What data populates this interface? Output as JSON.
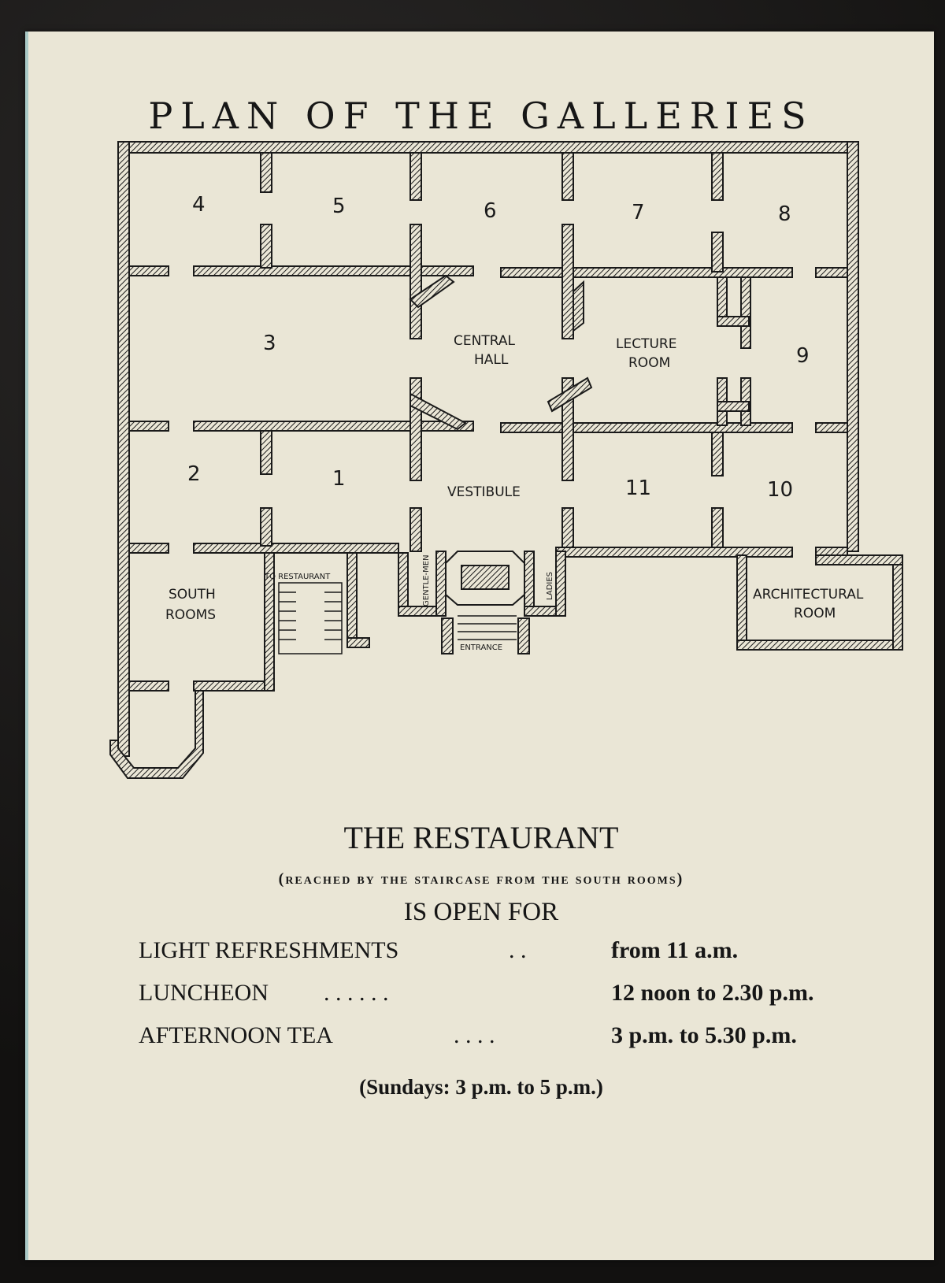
{
  "plan": {
    "title": "PLAN OF THE GALLERIES",
    "rooms": {
      "r1": "1",
      "r2": "2",
      "r3": "3",
      "r4": "4",
      "r5": "5",
      "r6": "6",
      "r7": "7",
      "r8": "8",
      "r9": "9",
      "r10": "10",
      "r11": "11",
      "central_hall_1": "CENTRAL",
      "central_hall_2": "HALL",
      "lecture_1": "LECTURE",
      "lecture_2": "ROOM",
      "vestibule": "VESTIBULE",
      "south_1": "SOUTH",
      "south_2": "ROOMS",
      "arch_1": "ARCHITECTURAL",
      "arch_2": "ROOM",
      "to_restaurant": "TO RESTAURANT",
      "gentlemen": "GENTLE-MEN",
      "ladies": "LADIES",
      "entrance": "ENTRANCE"
    }
  },
  "restaurant": {
    "title": "THE RESTAURANT",
    "subtitle": "(reached by the staircase from the south rooms)",
    "open_for": "IS OPEN FOR",
    "hours": [
      {
        "label": "LIGHT REFRESHMENTS",
        "dots": ". .",
        "time": "from 11 a.m."
      },
      {
        "label": "LUNCHEON",
        "dots": ". . . . . .",
        "time": "12 noon to 2.30 p.m."
      },
      {
        "label": "AFTERNOON TEA",
        "dots": ". . . .",
        "time": "3 p.m. to 5.30 p.m."
      }
    ],
    "sunday_note": "(Sundays: 3 p.m. to 5 p.m.)"
  }
}
